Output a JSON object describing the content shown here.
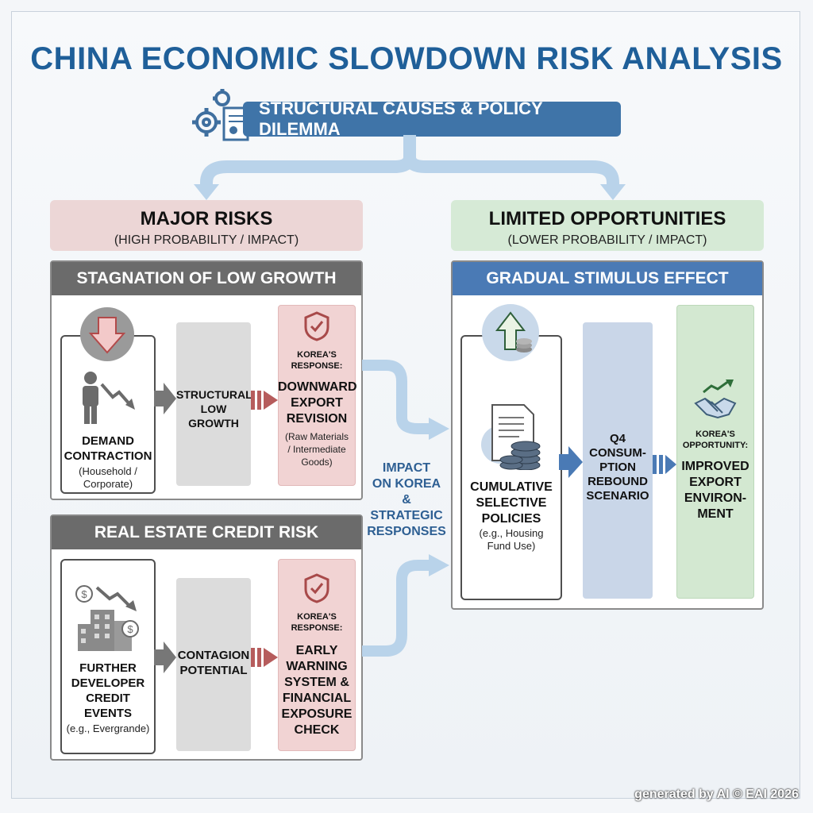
{
  "title": "CHINA ECONOMIC SLOWDOWN RISK ANALYSIS",
  "banner": "STRUCTURAL CAUSES & POLICY DILEMMA",
  "risks": {
    "heading": "MAJOR RISKS",
    "subheading": "(HIGH PROBABILITY / IMPACT)"
  },
  "opportunities": {
    "heading": "LIMITED OPPORTUNITIES",
    "subheading": "(LOWER PROBABILITY / IMPACT)"
  },
  "stagnation": {
    "header": "STAGNATION OF LOW GROWTH",
    "demand_title_1": "DEMAND",
    "demand_title_2": "CONTRACTION",
    "demand_sub_1": "(Household /",
    "demand_sub_2": "Corporate)",
    "middle_1": "STRUCTURAL",
    "middle_2": "LOW",
    "middle_3": "GROWTH",
    "response_label_1": "KOREA'S",
    "response_label_2": "RESPONSE:",
    "response_1": "DOWNWARD",
    "response_2": "EXPORT",
    "response_3": "REVISION",
    "response_sub_1": "(Raw Materials",
    "response_sub_2": "/ Intermediate",
    "response_sub_3": "Goods)"
  },
  "real_estate": {
    "header": "REAL ESTATE CREDIT RISK",
    "card_1": "FURTHER",
    "card_2": "DEVELOPER",
    "card_3": "CREDIT",
    "card_4": "EVENTS",
    "card_sub": "(e.g., Evergrande)",
    "middle_1": "CONTAGION",
    "middle_2": "POTENTIAL",
    "response_label_1": "KOREA'S",
    "response_label_2": "RESPONSE:",
    "response_1": "EARLY",
    "response_2": "WARNING",
    "response_3": "SYSTEM &",
    "response_4": "FINANCIAL",
    "response_5": "EXPOSURE",
    "response_6": "CHECK"
  },
  "impact": {
    "line_1": "IMPACT",
    "line_2": "ON KOREA",
    "line_3": "&",
    "line_4": "STRATEGIC",
    "line_5": "RESPONSES"
  },
  "stimulus": {
    "header": "GRADUAL STIMULUS EFFECT",
    "card_1": "CUMULATIVE",
    "card_2": "SELECTIVE",
    "card_3": "POLICIES",
    "card_sub_1": "(e.g., Housing",
    "card_sub_2": "Fund Use)",
    "middle_1": "Q4",
    "middle_2": "CONSUM-",
    "middle_3": "PTION",
    "middle_4": "REBOUND",
    "middle_5": "SCENARIO",
    "opp_label_1": "KOREA'S",
    "opp_label_2": "OPPORTUNITY:",
    "opp_1": "IMPROVED",
    "opp_2": "EXPORT",
    "opp_3": "ENVIRON-",
    "opp_4": "MENT"
  },
  "footer": "generated by AI © EAI 2026",
  "colors": {
    "title": "#1f5f99",
    "banner": "#3f74a8",
    "risk_header": "#6b6b6b",
    "opp_header": "#4a7ab5",
    "arrow_light": "#b9d3ea"
  },
  "icons": [
    "gears-icon",
    "document-icon",
    "down-arrow-icon",
    "person-decline-icon",
    "shield-check-icon",
    "building-decline-icon",
    "up-arrow-coins-icon",
    "document-coins-icon",
    "handshake-growth-icon"
  ]
}
